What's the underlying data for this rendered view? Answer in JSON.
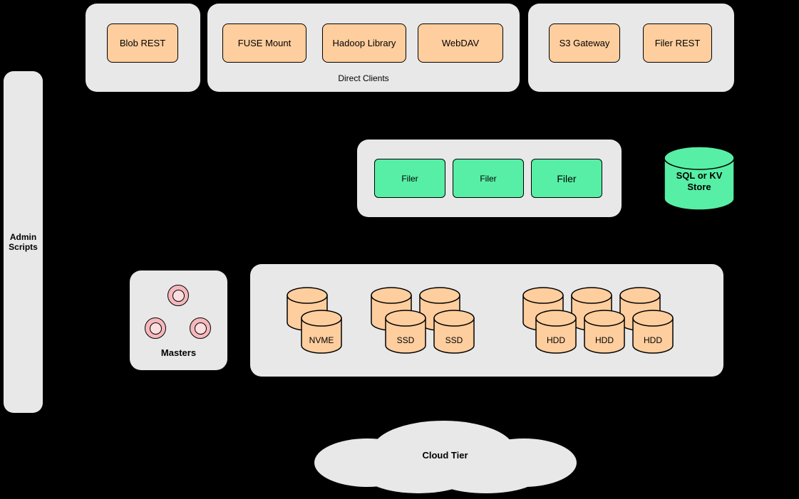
{
  "diagram": {
    "blob_group": {
      "boxes": [
        "Blob REST"
      ]
    },
    "direct_clients_group": {
      "caption": "Direct Clients",
      "boxes": [
        "FUSE Mount",
        "Hadoop Library",
        "WebDAV"
      ]
    },
    "gateway_group": {
      "boxes": [
        "S3 Gateway",
        "Filer REST"
      ]
    },
    "admin_panel": {
      "label": "Admin Scripts"
    },
    "filer_group": {
      "boxes": [
        "Filer",
        "Filer",
        "Filer"
      ]
    },
    "sql_store": {
      "label": "SQL or KV Store"
    },
    "masters_group": {
      "label": "Masters"
    },
    "volume_group": {
      "nvme_labels": [
        "NVME"
      ],
      "ssd_labels": [
        "SSD",
        "SSD"
      ],
      "hdd_labels": [
        "HDD",
        "HDD",
        "HDD"
      ]
    },
    "cloud": {
      "label": "Cloud Tier"
    }
  },
  "colors": {
    "background": "#000000",
    "group_fill": "#e8e8e8",
    "orange_fill": "#ffce9e",
    "green_fill": "#57efa5",
    "pink_circle_outer": "#f5b8bc",
    "pink_circle_inner": "#fbdfe0",
    "stroke": "#000000"
  }
}
